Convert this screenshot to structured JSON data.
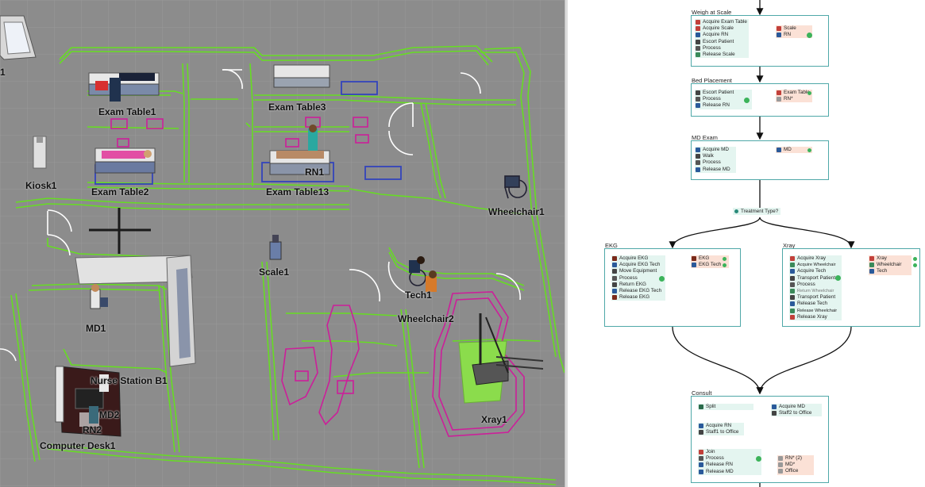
{
  "scene": {
    "labels": {
      "exam_table1": "Exam Table1",
      "exam_table3": "Exam Table3",
      "exam_table2": "Exam Table2",
      "exam_table13": "Exam Table13",
      "rn1": "RN1",
      "kiosk1": "Kiosk1",
      "wheelchair1": "Wheelchair1",
      "scale1": "Scale1",
      "tech1": "Tech1",
      "wheelchair2": "Wheelchair2",
      "md1": "MD1",
      "nurse_station_b1": "Nurse Station B1",
      "md2": "MD2",
      "rn2": "RN2",
      "computer_desk1": "Computer Desk1",
      "xray1": "Xray1",
      "edge_mark": "1"
    },
    "colors": {
      "floor": "#8c8c8c",
      "grid": "#9a9a9a",
      "wall_lines": "#66dd22",
      "xray_outline": "#cc1f9a",
      "markers": "#3344bb"
    }
  },
  "flow": {
    "weigh": {
      "title": "Weigh at Scale",
      "steps": [
        "Acquire Exam Table",
        "Acquire Scale",
        "Acquire RN",
        "Escort Patient",
        "Process",
        "Release Scale"
      ],
      "resources": [
        "Scale",
        "RN"
      ]
    },
    "bed": {
      "title": "Bed Placement",
      "steps": [
        "Escort Patient",
        "Process",
        "Release RN"
      ],
      "resources": [
        "Exam Table",
        "RN*"
      ]
    },
    "md": {
      "title": "MD Exam",
      "steps": [
        "Acquire MD",
        "Walk",
        "Process",
        "Release MD"
      ],
      "resources": [
        "MD"
      ]
    },
    "decision": "Treatment Type?",
    "ekg": {
      "title": "EKG",
      "steps": [
        "Acquire EKG",
        "Acquire EKG Tech",
        "Move Equipment",
        "Process",
        "Return EKG",
        "Release EKG Tech",
        "Release EKG"
      ],
      "resources": [
        "EKG",
        "EKG Tech"
      ]
    },
    "xray": {
      "title": "Xray",
      "steps": [
        "Acquire Xray",
        "Acquire Wheelchair",
        "Acquire Tech",
        "Transport Patient",
        "Process",
        "Return Wheelchair",
        "Transport Patient",
        "Release Tech",
        "Release Wheelchair",
        "Release Xray"
      ],
      "resources": [
        "Xray",
        "Wheelchair",
        "Tech"
      ]
    },
    "consult": {
      "title": "Consult",
      "split": "Split",
      "branch_a": [
        "Acquire RN",
        "Staff1 to Office"
      ],
      "branch_b": [
        "Acquire MD",
        "Staff2 to Office"
      ],
      "tail": [
        "Join",
        "Process",
        "Release RN",
        "Release MD"
      ],
      "resources": [
        "RN* (2)",
        "MD*",
        "Office"
      ]
    },
    "colors": {
      "arrow": "#111111",
      "box_border": "#4fa8a8",
      "token_bg": "#e4f5f0",
      "resource_bg": "#fbe1d6",
      "busy_dot": "#3cb35a"
    }
  }
}
